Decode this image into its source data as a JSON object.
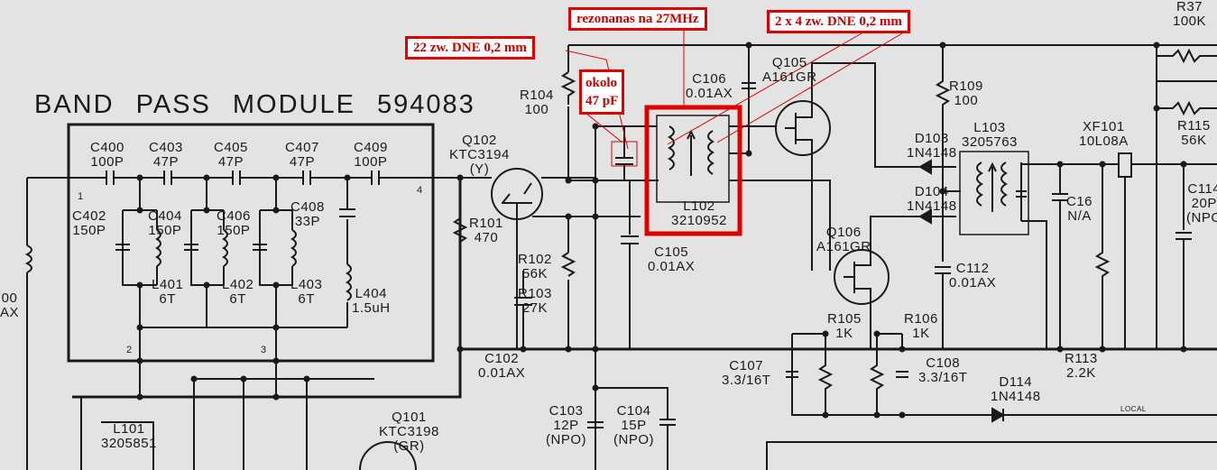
{
  "title": "BAND PASS MODULE  594083",
  "annotations": {
    "resonance": "rezonanas na 27MHz",
    "primary_winding": "22 zw. DNE 0,2 mm",
    "secondary_winding": "2 x 4 zw. DNE 0,2 mm",
    "cap_line1": "okolo",
    "cap_line2": "47 pF"
  },
  "accent_color": "#e00000",
  "components": {
    "c400": [
      "C400",
      "100P"
    ],
    "c403": [
      "C403",
      "47P"
    ],
    "c405": [
      "C405",
      "47P"
    ],
    "c407": [
      "C407",
      "47P"
    ],
    "c409": [
      "C409",
      "100P"
    ],
    "c402": [
      "C402",
      "150P"
    ],
    "c404": [
      "C404",
      "150P"
    ],
    "c406": [
      "C406",
      "150P"
    ],
    "c408": [
      "C408",
      "33P"
    ],
    "l401": [
      "L401",
      "6T"
    ],
    "l402": [
      "L402",
      "6T"
    ],
    "l403": [
      "L403",
      "6T"
    ],
    "l404": [
      "L404",
      "1.5uH"
    ],
    "pins": [
      "1",
      "2",
      "3",
      "4"
    ],
    "left_edge": [
      "00",
      "AX"
    ],
    "q102": [
      "Q102",
      "KTC3194",
      "(Y)"
    ],
    "r101": [
      "R101",
      "470"
    ],
    "r104": [
      "R104",
      "100"
    ],
    "r102": [
      "R102",
      "56K"
    ],
    "r103": [
      "R103",
      "27K"
    ],
    "c105": [
      "C105",
      "0.01AX"
    ],
    "c106": [
      "C106",
      "0.01AX"
    ],
    "q105": [
      "Q105",
      "A161GR"
    ],
    "q106": [
      "Q106",
      "A161GR"
    ],
    "l102": [
      "L102",
      "3210952"
    ],
    "r109": [
      "R109",
      "100"
    ],
    "d103": [
      "D103",
      "1N4148"
    ],
    "d104": [
      "D104",
      "1N4148"
    ],
    "l103": [
      "L103",
      "3205763"
    ],
    "xf101": [
      "XF101",
      "10L08A"
    ],
    "r115": [
      "R115",
      "56K"
    ],
    "r37": [
      "R37",
      "100K"
    ],
    "c16": [
      "C16",
      "N/A"
    ],
    "c114": [
      "C114",
      "20P",
      "(NPO"
    ],
    "c112": [
      "C112",
      "0.01AX"
    ],
    "r105": [
      "R105",
      "1K"
    ],
    "r106": [
      "R106",
      "1K"
    ],
    "c107": [
      "C107",
      "3.3/16T"
    ],
    "c108": [
      "C108",
      "3.3/16T"
    ],
    "d114": [
      "D114",
      "1N4148"
    ],
    "r113": [
      "R113",
      "2.2K"
    ],
    "local": "LOCAL",
    "c102": [
      "C102",
      "0.01AX"
    ],
    "c103": [
      "C103",
      "12P",
      "(NPO)"
    ],
    "c104": [
      "C104",
      "15P",
      "(NPO)"
    ],
    "q101": [
      "Q101",
      "KTC3198",
      "(GR)"
    ],
    "l101": [
      "L101",
      "3205851"
    ]
  }
}
